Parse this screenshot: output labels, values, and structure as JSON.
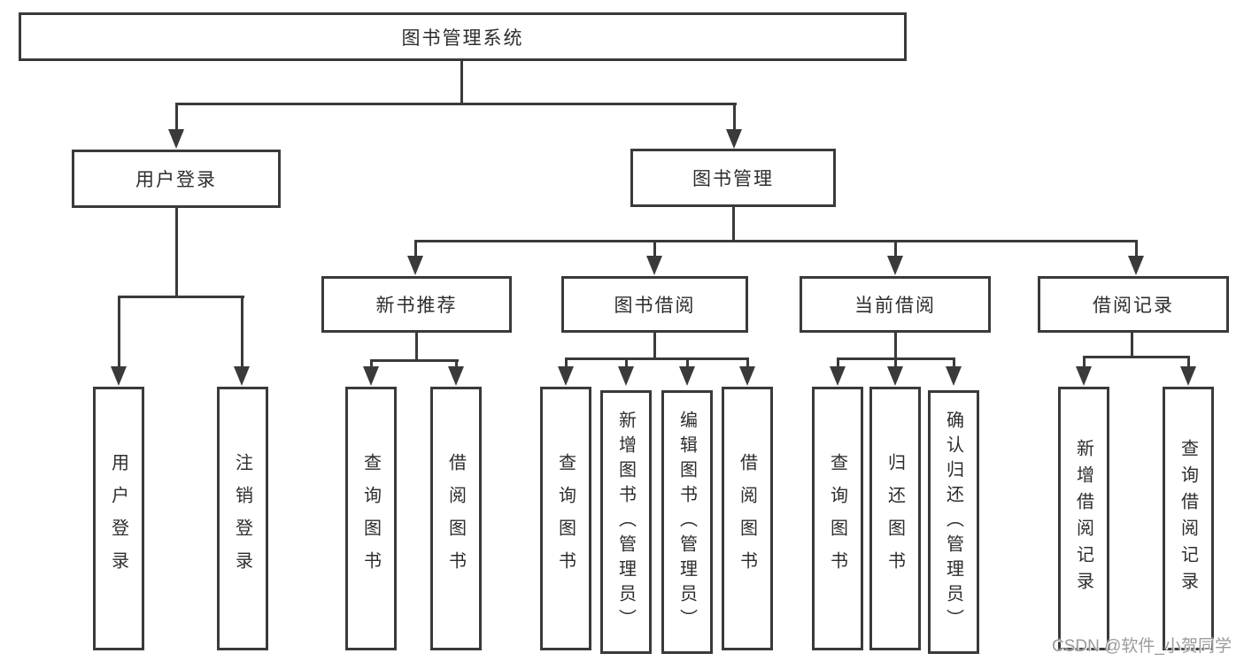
{
  "diagram": {
    "root": {
      "label": "图书管理系统"
    },
    "branches": [
      {
        "label": "用户登录",
        "children": [
          {
            "label": "用户登录"
          },
          {
            "label": "注销登录"
          }
        ]
      },
      {
        "label": "图书管理",
        "children": [
          {
            "label": "新书推荐",
            "children": [
              {
                "label": "查询图书"
              },
              {
                "label": "借阅图书"
              }
            ]
          },
          {
            "label": "图书借阅",
            "children": [
              {
                "label": "查询图书"
              },
              {
                "label": "新增图书（管理员）"
              },
              {
                "label": "编辑图书（管理员）"
              },
              {
                "label": "借阅图书"
              }
            ]
          },
          {
            "label": "当前借阅",
            "children": [
              {
                "label": "查询图书"
              },
              {
                "label": "归还图书"
              },
              {
                "label": "确认归还（管理员）"
              }
            ]
          },
          {
            "label": "借阅记录",
            "children": [
              {
                "label": "新增借阅记录"
              },
              {
                "label": "查询借阅记录"
              }
            ]
          }
        ]
      }
    ]
  },
  "watermark": {
    "text": "CSDN @软件_小贺同学"
  },
  "colors": {
    "line": "#3a3a3a",
    "text": "#2d2d2d",
    "background": "#ffffff",
    "watermark_gray": "#9b9b9b"
  }
}
